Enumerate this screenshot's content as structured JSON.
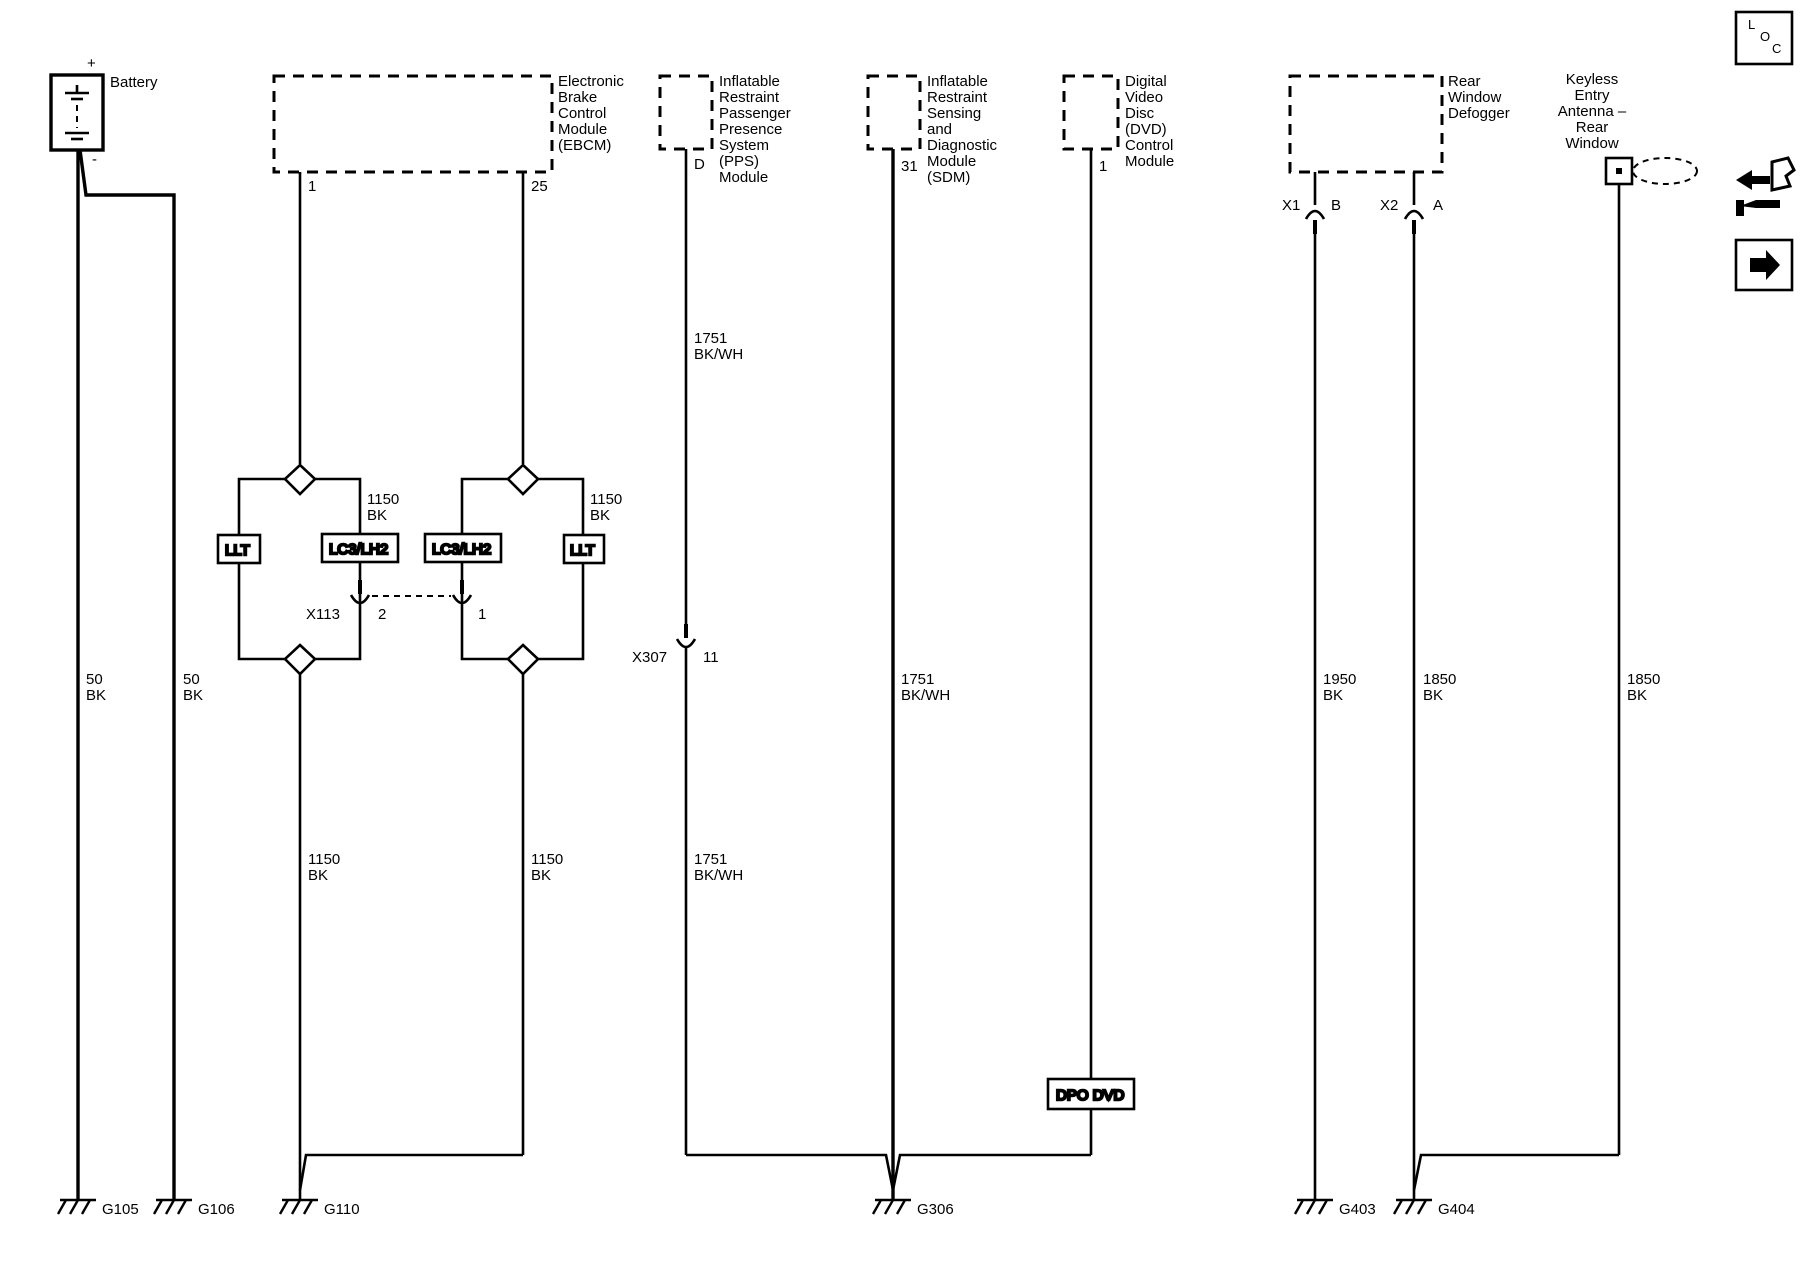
{
  "components": {
    "battery": "Battery",
    "battery_plus": "+",
    "battery_minus": "-",
    "ebcm": [
      "Electronic",
      "Brake",
      "Control",
      "Module",
      "(EBCM)"
    ],
    "pps": [
      "Inflatable",
      "Restraint",
      "Passenger",
      "Presence",
      "System",
      "(PPS)",
      "Module"
    ],
    "sdm": [
      "Inflatable",
      "Restraint",
      "Sensing",
      "and",
      "Diagnostic",
      "Module",
      "(SDM)"
    ],
    "dvd": [
      "Digital",
      "Video",
      "Disc",
      "(DVD)",
      "Control",
      "Module"
    ],
    "defogger": [
      "Rear",
      "Window",
      "Defogger"
    ],
    "keyless": [
      "Keyless",
      "Entry",
      "Antenna –",
      "Rear",
      "Window"
    ]
  },
  "pins": {
    "ebcm_1": "1",
    "ebcm_25": "25",
    "pps_d": "D",
    "sdm_31": "31",
    "dvd_1": "1",
    "def_x1": "X1",
    "def_b": "B",
    "def_x2": "X2",
    "def_a": "A"
  },
  "connectors": {
    "x113": "X113",
    "x113_pin2": "2",
    "x113_pin1": "1",
    "x307": "X307",
    "x307_pin": "11"
  },
  "options": {
    "llt_left": "LLT",
    "lc3_left": "LC3/LH2",
    "lc3_right": "LC3/LH2",
    "llt_right": "LLT",
    "dpo": "DPO DVD"
  },
  "wires": {
    "bat_a": {
      "circuit": "50",
      "color": "BK"
    },
    "bat_b": {
      "circuit": "50",
      "color": "BK"
    },
    "ebcm_splice_l": {
      "circuit": "1150",
      "color": "BK"
    },
    "ebcm_splice_r": {
      "circuit": "1150",
      "color": "BK"
    },
    "g110_l": {
      "circuit": "1150",
      "color": "BK"
    },
    "g110_r": {
      "circuit": "1150",
      "color": "BK"
    },
    "pps_upper": {
      "circuit": "1751",
      "color": "BK/WH"
    },
    "pps_lower": {
      "circuit": "1751",
      "color": "BK/WH"
    },
    "sdm": {
      "circuit": "1751",
      "color": "BK/WH"
    },
    "def_b": {
      "circuit": "1950",
      "color": "BK"
    },
    "def_a": {
      "circuit": "1850",
      "color": "BK"
    },
    "keyless": {
      "circuit": "1850",
      "color": "BK"
    }
  },
  "grounds": {
    "g105": "G105",
    "g106": "G106",
    "g110": "G110",
    "g306": "G306",
    "g403": "G403",
    "g404": "G404"
  },
  "nav": {
    "loc_l": "L",
    "loc_o": "O",
    "loc_c": "C",
    "loc_icon": "location-icon",
    "swap_icon": "swap-tools-icon",
    "next_icon": "arrow-right-icon"
  }
}
